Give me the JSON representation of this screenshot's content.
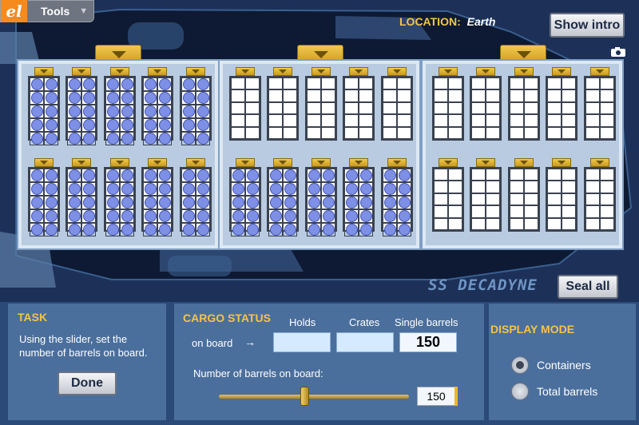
{
  "toolbar": {
    "logo": "el",
    "tools_label": "Tools",
    "chevron_icon": "chevron-down-icon"
  },
  "header": {
    "location_label": "LOCATION:",
    "location_value": "Earth",
    "show_intro_label": "Show intro",
    "camera_icon": "camera-icon"
  },
  "ship": {
    "name": "SS DECADYNE",
    "seal_all_label": "Seal all"
  },
  "containers": [
    {
      "top_row_filled": [
        10,
        10,
        10,
        10,
        10
      ],
      "bottom_row_filled": [
        10,
        10,
        10,
        10,
        10
      ]
    },
    {
      "top_row_filled": [
        0,
        0,
        0,
        0,
        0
      ],
      "bottom_row_filled": [
        10,
        10,
        10,
        10,
        10
      ]
    },
    {
      "top_row_filled": [
        0,
        0,
        0,
        0,
        0
      ],
      "bottom_row_filled": [
        0,
        0,
        0,
        0,
        0
      ]
    }
  ],
  "task": {
    "title": "TASK",
    "text": "Using the slider, set the number of barrels on board.",
    "done_label": "Done"
  },
  "cargo_status": {
    "title": "CARGO STATUS",
    "columns": {
      "holds": "Holds",
      "crates": "Crates",
      "single_barrels": "Single barrels"
    },
    "row_label": "on board",
    "arrow": "→",
    "values": {
      "holds": "",
      "crates": "",
      "single_barrels": "150"
    },
    "slider_label": "Number of barrels on board:",
    "slider_value": "150",
    "slider_fraction": 0.45
  },
  "display_mode": {
    "title": "DISPLAY MODE",
    "options": [
      {
        "label": "Containers",
        "selected": true
      },
      {
        "label": "Total barrels",
        "selected": false
      }
    ]
  },
  "colors": {
    "accent_gold": "#f2c44a",
    "barrel": "#7e8fe6",
    "panel": "#4b6f9c",
    "background": "#1d3158"
  }
}
